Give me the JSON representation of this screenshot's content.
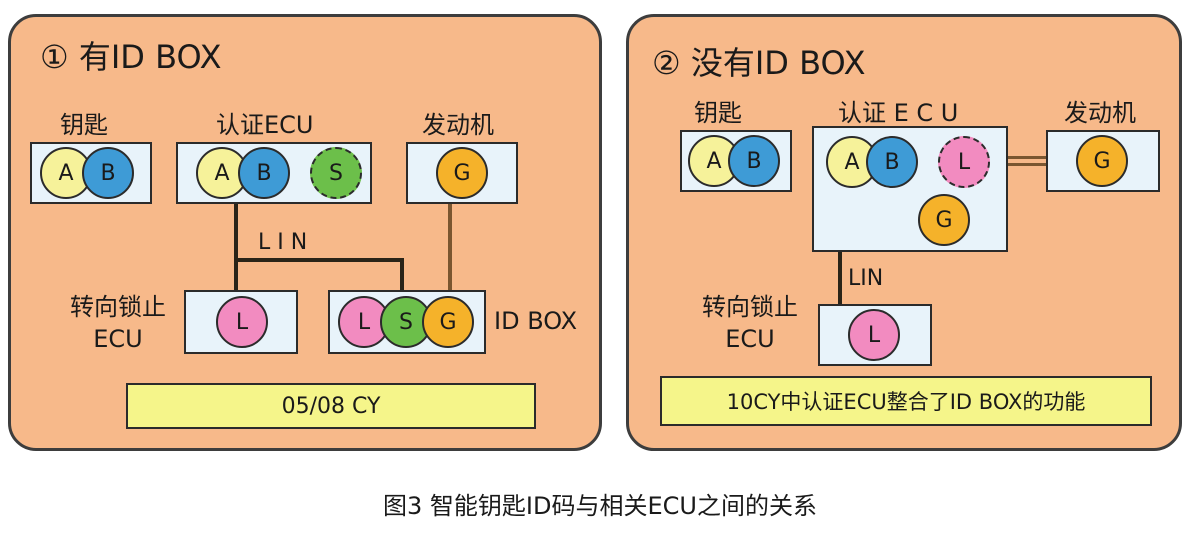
{
  "colors": {
    "panel_bg": "#f7b98a",
    "box_bg": "#e8f3fa",
    "note_bg": "#f5f58a",
    "circle_A": "#f6f29a",
    "circle_B": "#3e9bd6",
    "circle_S": "#6cbf4a",
    "circle_G": "#f5b22a",
    "circle_L": "#f28bc0"
  },
  "left": {
    "title": "① 有ID BOX",
    "key_label": "钥匙",
    "auth_label": "认证ECU",
    "engine_label": "发动机",
    "lin_label": "L I N",
    "steering_label_1": "转向锁止",
    "steering_label_2": "ECU",
    "idbox_label": "ID BOX",
    "note": "05/08 CY",
    "circles": {
      "key_a": "A",
      "key_b": "B",
      "auth_a": "A",
      "auth_b": "B",
      "auth_s": "S",
      "engine_g": "G",
      "steer_l": "L",
      "idbox_l": "L",
      "idbox_s": "S",
      "idbox_g": "G"
    }
  },
  "right": {
    "title": "② 没有ID BOX",
    "key_label": "钥匙",
    "auth_label": "认证 E C U",
    "engine_label": "发动机",
    "lin_label": "LIN",
    "steering_label_1": "转向锁止",
    "steering_label_2": "ECU",
    "note": "10CY中认证ECU整合了ID BOX的功能",
    "circles": {
      "key_a": "A",
      "key_b": "B",
      "auth_a": "A",
      "auth_b": "B",
      "auth_l": "L",
      "auth_g": "G",
      "engine_g": "G",
      "steer_l": "L"
    }
  },
  "caption": "图3 智能钥匙ID码与相关ECU之间的关系"
}
